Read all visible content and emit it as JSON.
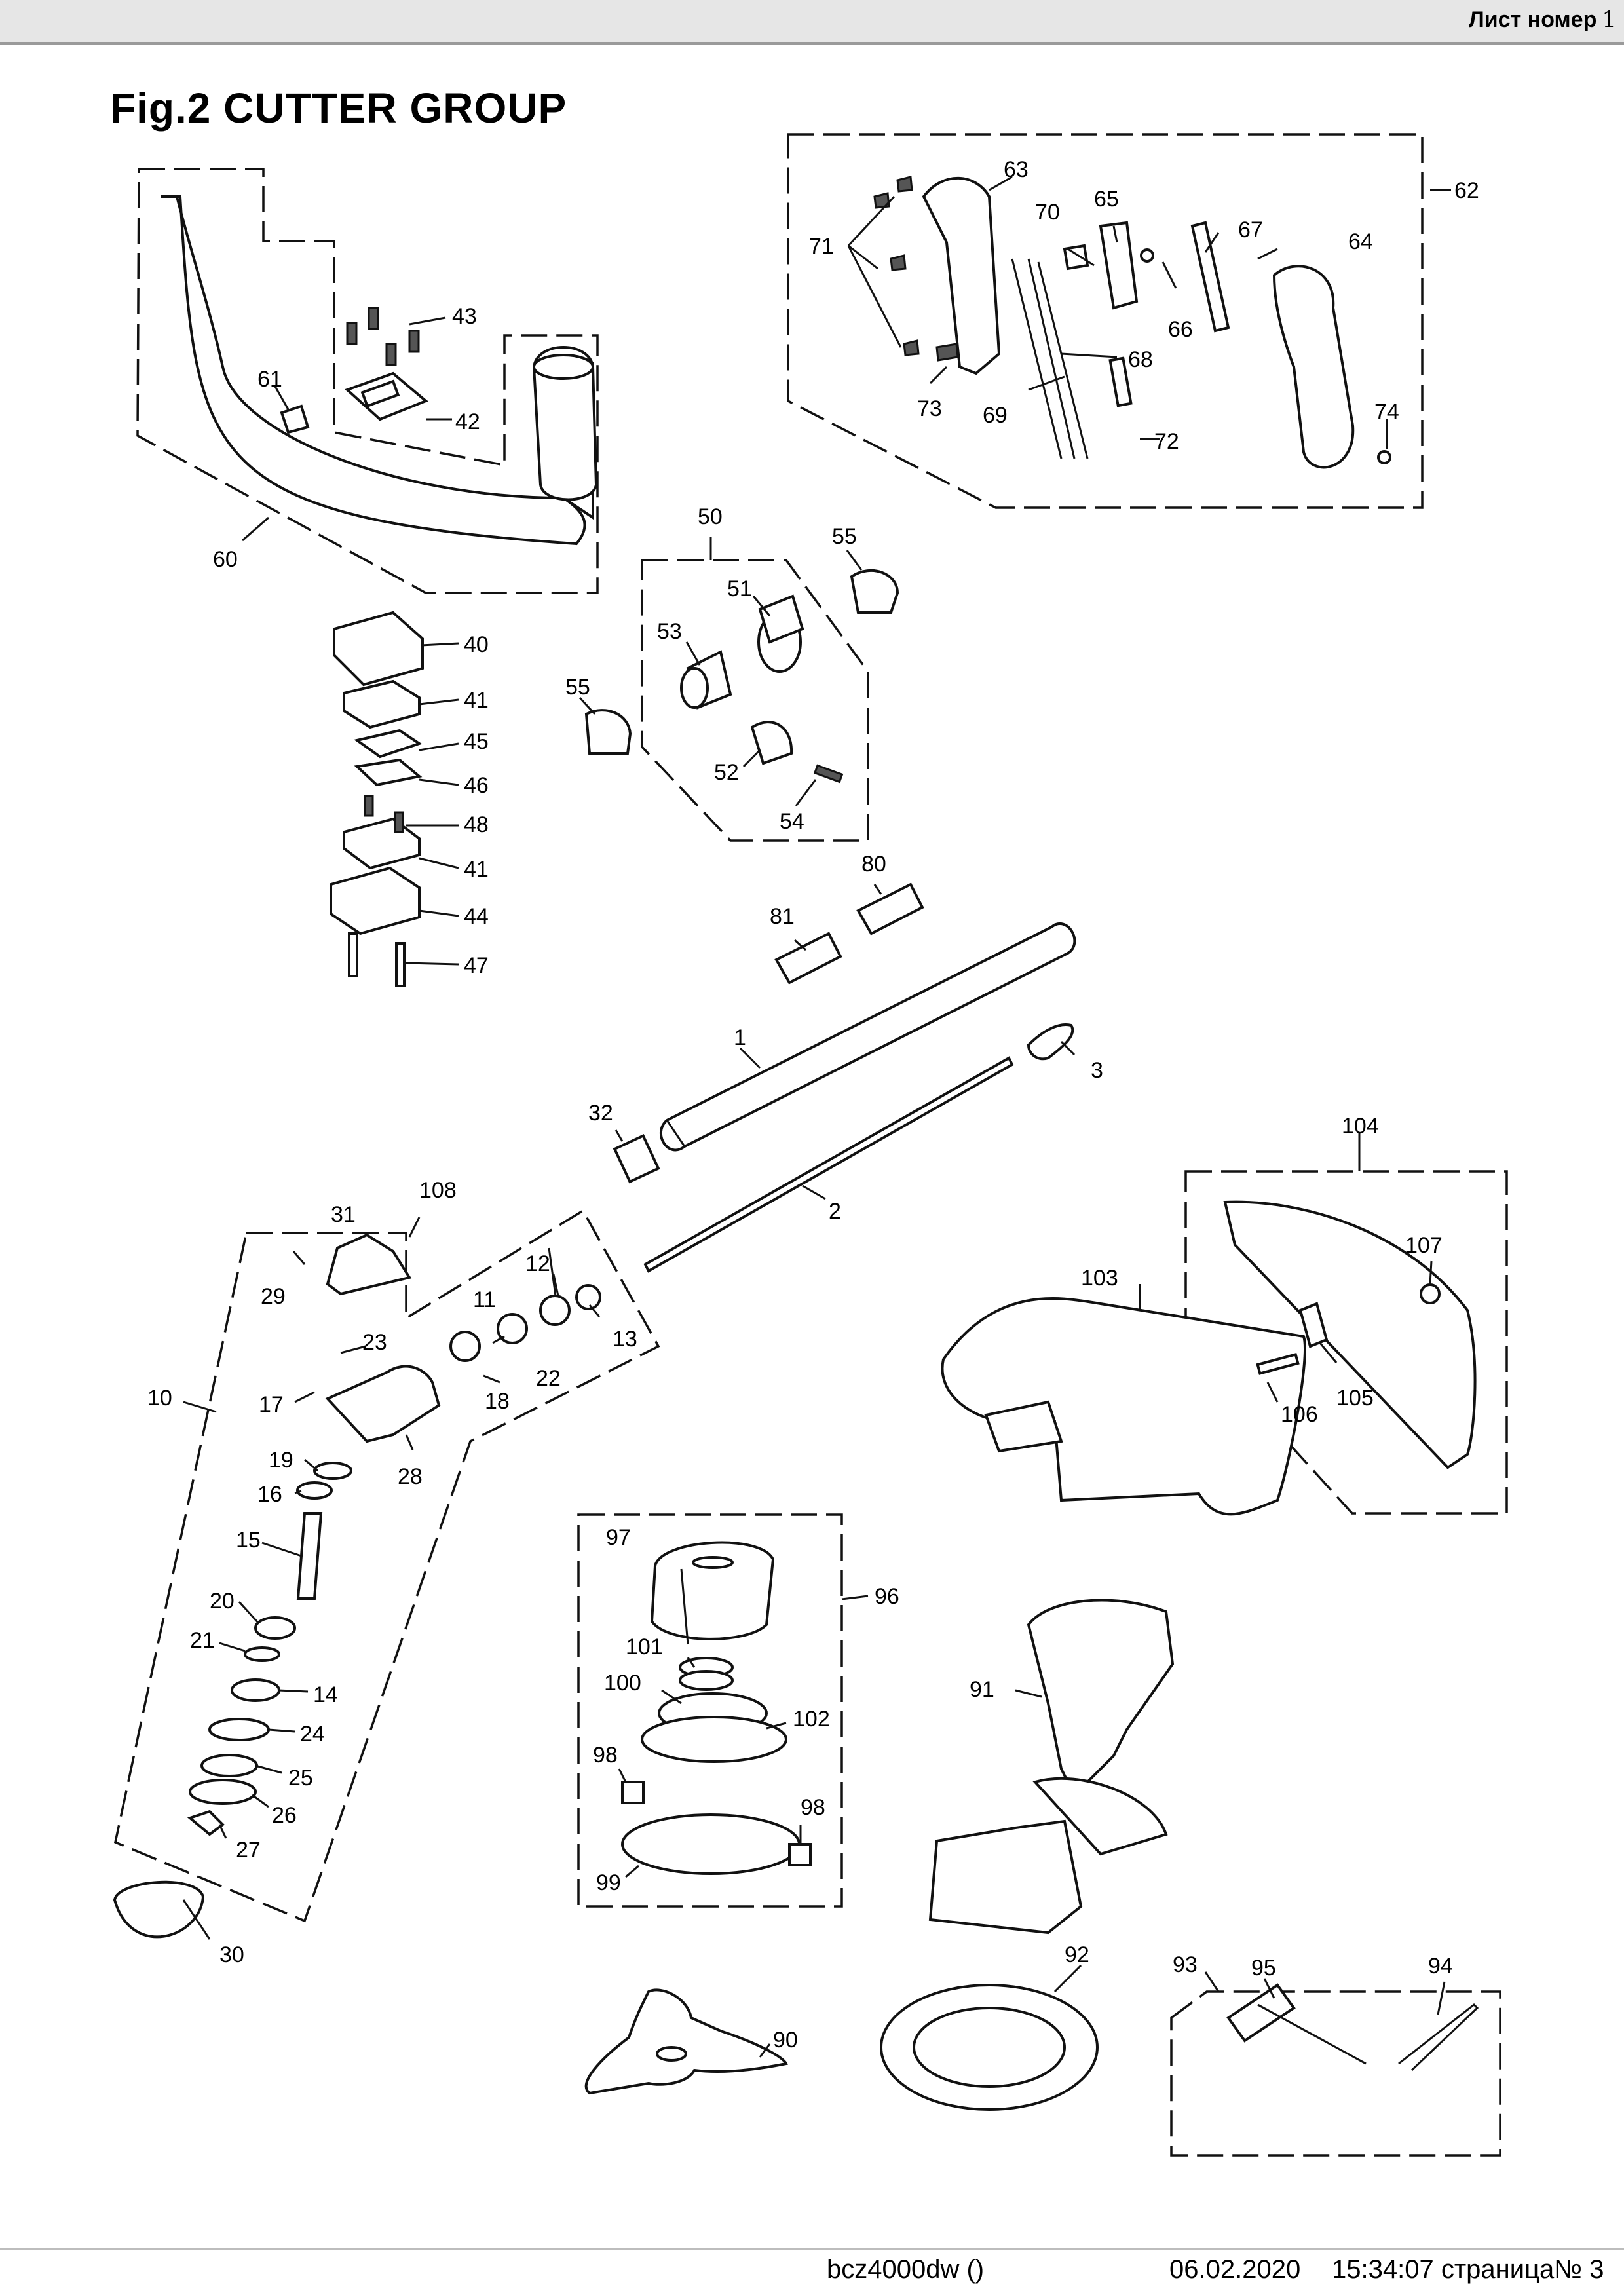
{
  "header": {
    "sheet_label": "Лист номер",
    "sheet_number": "1"
  },
  "title": "Fig.2  CUTTER GROUP",
  "footer": {
    "model": "bcz4000dw  ()",
    "date": "06.02.2020",
    "time_page": "15:34:07 страница№ 3"
  },
  "callouts": [
    "1",
    "2",
    "3",
    "10",
    "11",
    "12",
    "13",
    "14",
    "15",
    "16",
    "17",
    "18",
    "19",
    "20",
    "21",
    "22",
    "23",
    "24",
    "25",
    "26",
    "27",
    "28",
    "29",
    "30",
    "31",
    "32",
    "40",
    "41",
    "41",
    "42",
    "43",
    "44",
    "45",
    "46",
    "47",
    "48",
    "50",
    "51",
    "52",
    "53",
    "54",
    "55",
    "55",
    "60",
    "61",
    "62",
    "63",
    "64",
    "65",
    "66",
    "67",
    "68",
    "69",
    "70",
    "71",
    "72",
    "73",
    "74",
    "80",
    "81",
    "90",
    "91",
    "92",
    "93",
    "94",
    "95",
    "96",
    "97",
    "98",
    "98",
    "99",
    "100",
    "101",
    "102",
    "103",
    "104",
    "105",
    "106",
    "107",
    "108"
  ]
}
